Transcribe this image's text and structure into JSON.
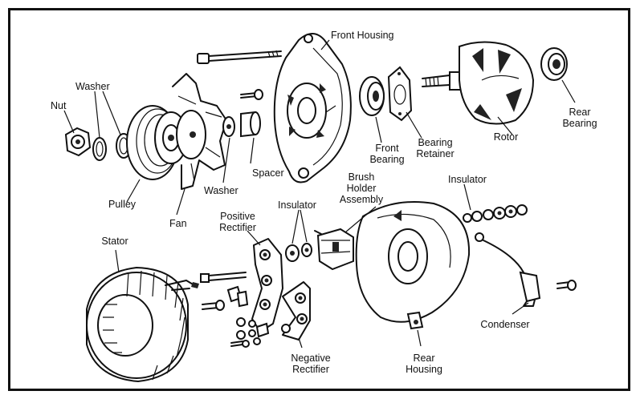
{
  "labels": {
    "front_housing": "Front Housing",
    "washer_top": "Washer",
    "nut": "Nut",
    "pulley": "Pulley",
    "fan": "Fan",
    "washer_bottom": "Washer",
    "spacer": "Spacer",
    "front_bearing": "Front\nBearing",
    "bearing_retainer": "Bearing\nRetainer",
    "rotor": "Rotor",
    "rear_bearing": "Rear\nBearing",
    "insulator_right": "Insulator",
    "brush_holder": "Brush\nHolder\nAssembly",
    "insulator_center": "Insulator",
    "positive_rectifier": "Positive\nRectifier",
    "stator": "Stator",
    "negative_rectifier": "Negative\nRectifier",
    "rear_housing": "Rear\nHousing",
    "condenser": "Condenser"
  }
}
